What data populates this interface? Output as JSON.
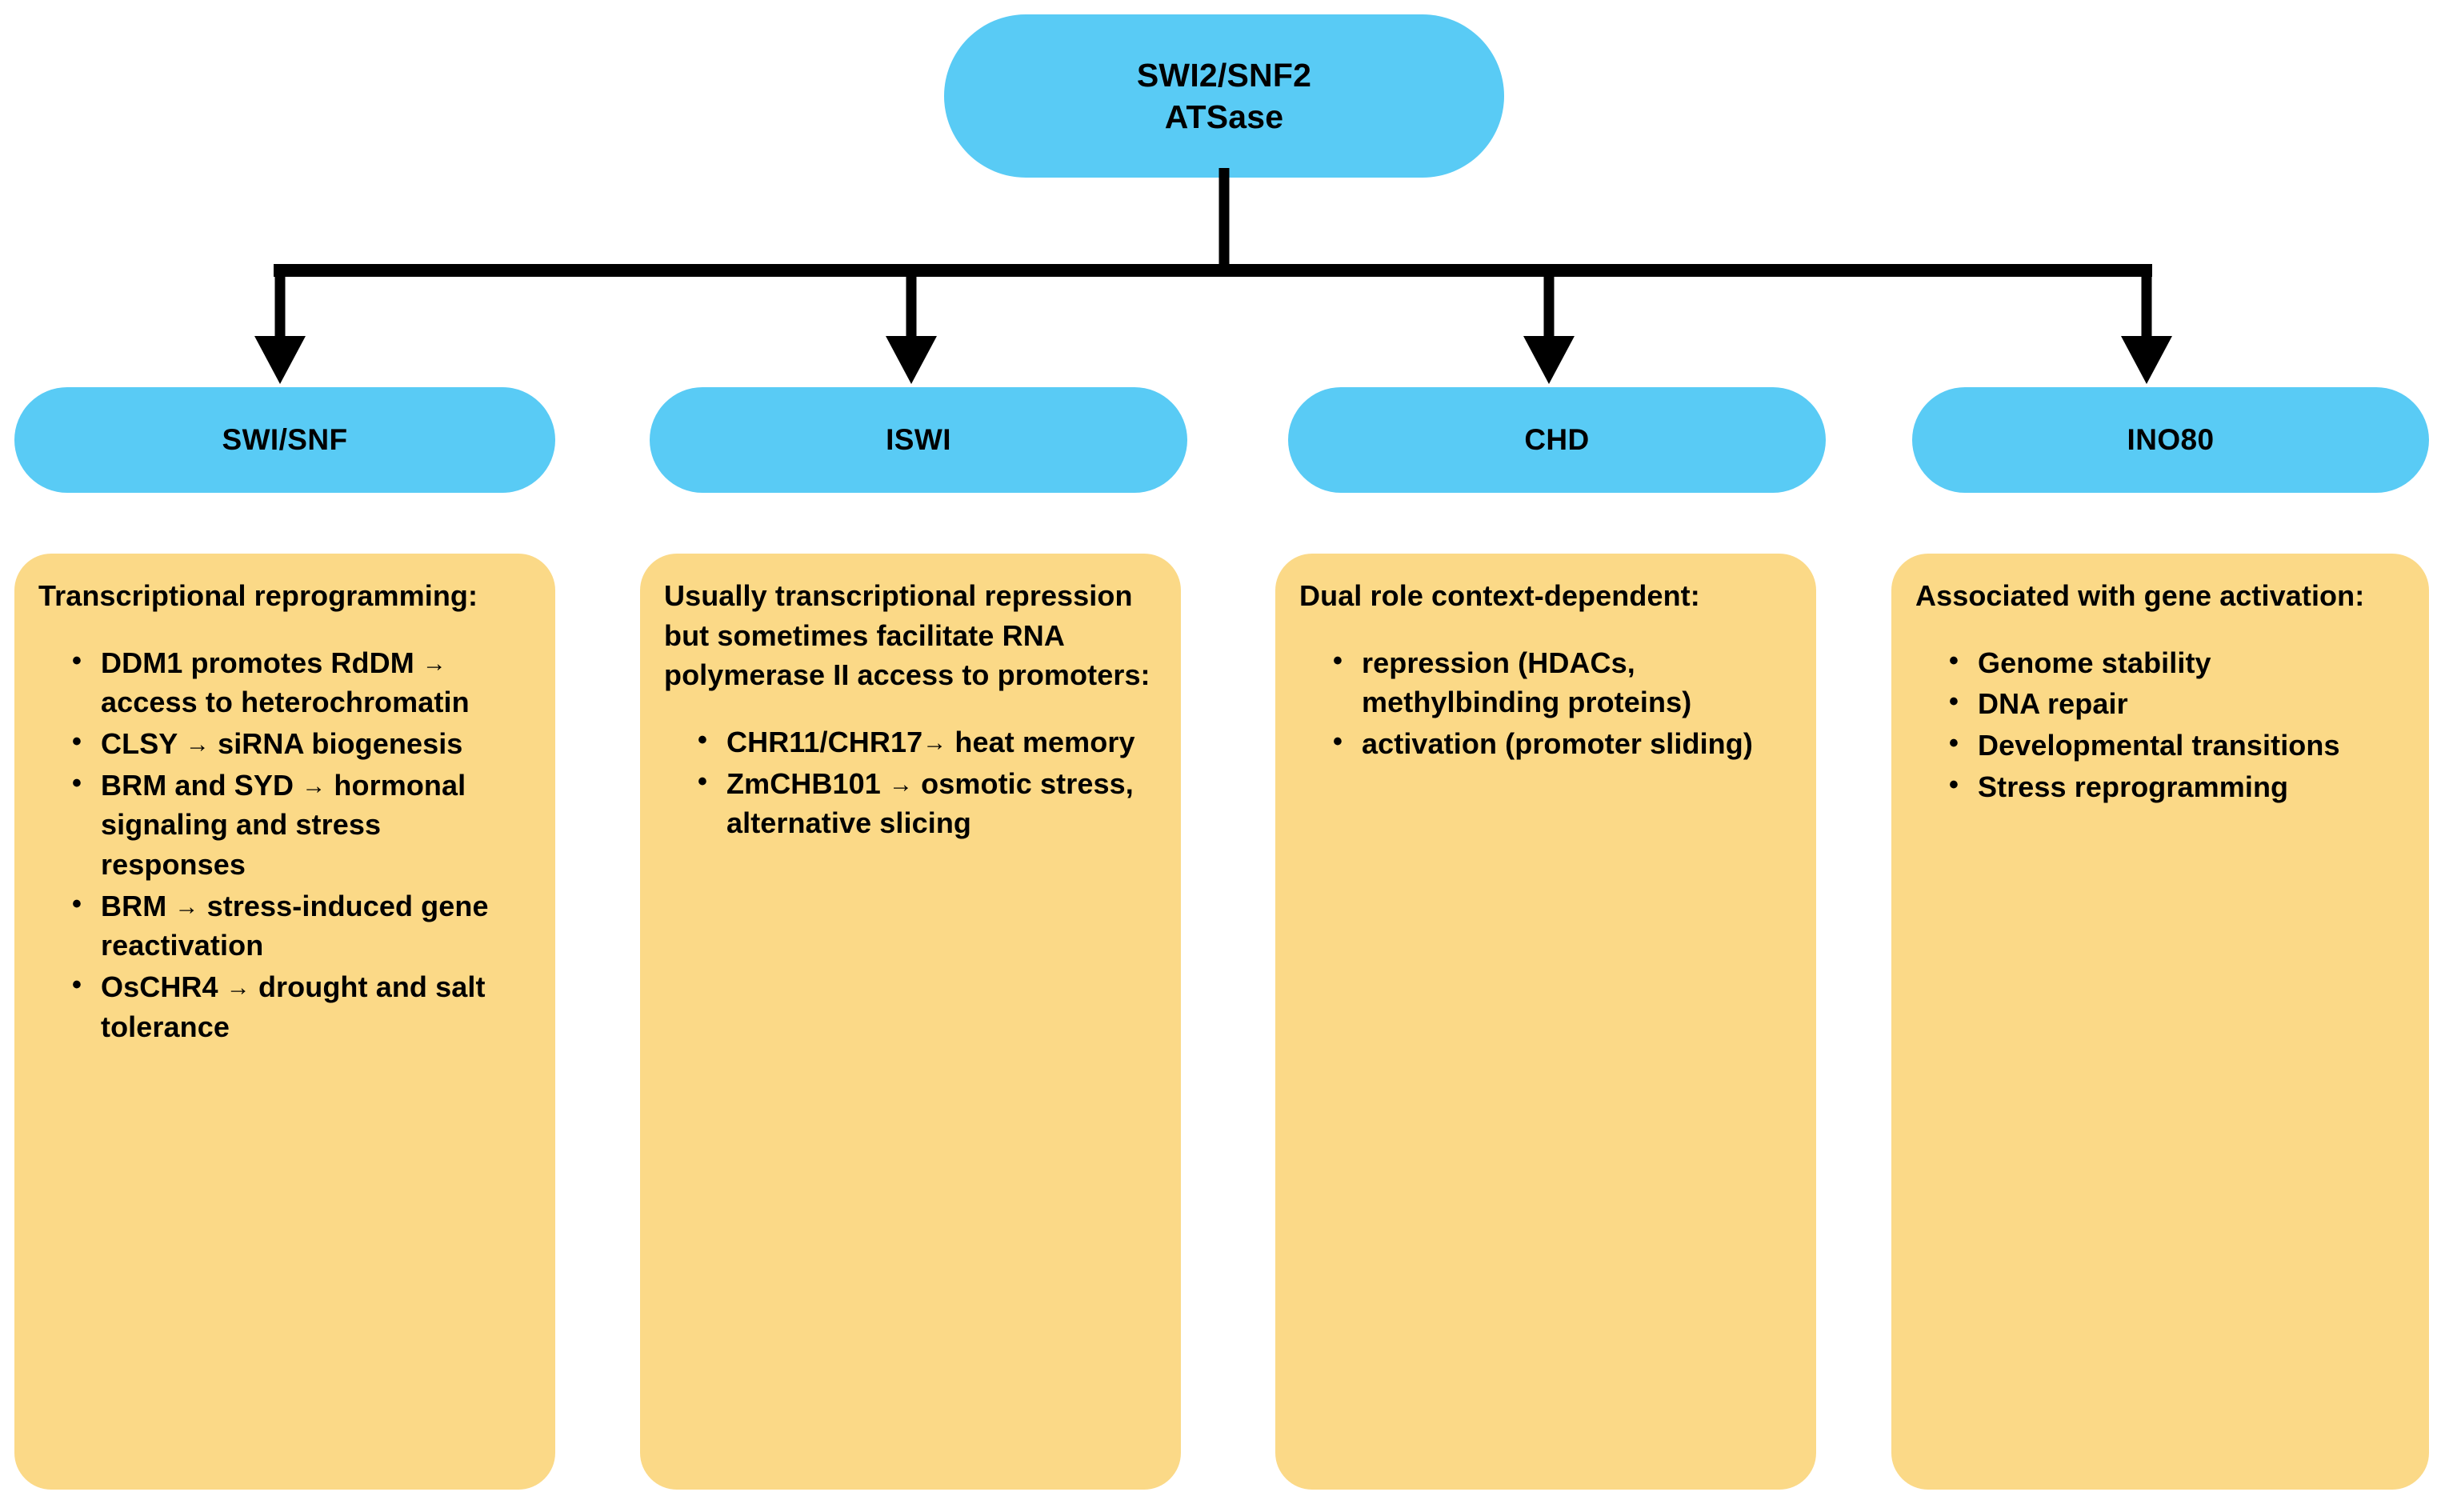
{
  "diagram": {
    "title": "SWI2/SNF2 ATPase chromatin remodeler families",
    "colors": {
      "node_blue": "#59cbf5",
      "card_yellow": "#fbd987",
      "connector_black": "#000000",
      "background": "#ffffff",
      "text": "#000000"
    },
    "root": {
      "label": "SWI2/SNF2\nATSase",
      "line1": "SWI2/SNF2",
      "line2": "ATSase"
    },
    "arrow_glyph": "→",
    "bullet_glyph": "•",
    "branches": [
      {
        "pill_label": "SWI/SNF",
        "intro": "Transcriptional reprogramming:",
        "bullets": [
          "DDM1 promotes RdDM → access to heterochromatin",
          "CLSY → siRNA biogenesis",
          "BRM and SYD → hormonal signaling and stress responses",
          "BRM → stress-induced gene reactivation",
          "OsCHR4 → drought and salt tolerance"
        ]
      },
      {
        "pill_label": "ISWI",
        "intro": "Usually transcriptional repression but sometimes facilitate RNA polymerase II access to promoters:",
        "bullets": [
          "CHR11/CHR17→ heat memory",
          "ZmCHB101 → osmotic stress, alternative slicing"
        ]
      },
      {
        "pill_label": "CHD",
        "intro": "Dual role context-dependent:",
        "bullets": [
          "repression (HDACs, methylbinding proteins)",
          "activation (promoter sliding)"
        ]
      },
      {
        "pill_label": "INO80",
        "intro": "Associated with gene activation:",
        "bullets": [
          "Genome stability",
          "DNA repair",
          "Developmental transitions",
          "Stress reprogramming"
        ]
      }
    ]
  }
}
